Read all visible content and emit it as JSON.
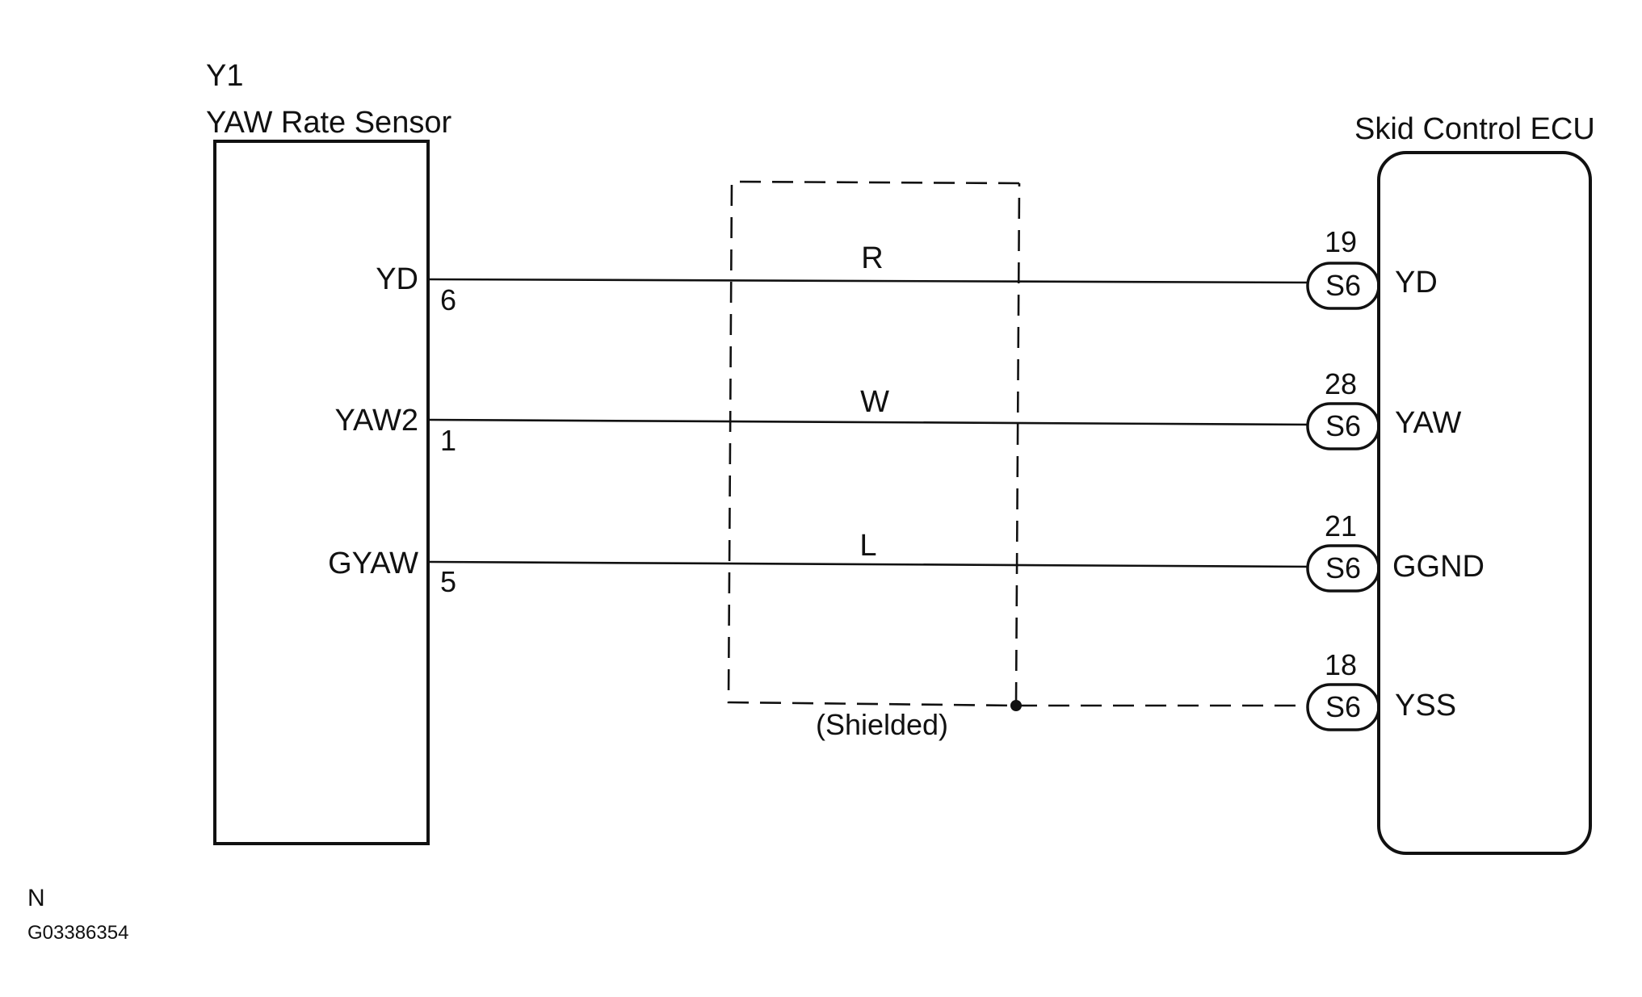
{
  "sensor": {
    "code": "Y1",
    "name": "YAW Rate Sensor"
  },
  "ecu": {
    "name": "Skid Control ECU"
  },
  "wires": [
    {
      "sensor_terminal": "YD",
      "sensor_pin": "6",
      "color": "R",
      "connector": "S6",
      "ecu_pin": "19",
      "ecu_terminal": "YD"
    },
    {
      "sensor_terminal": "YAW2",
      "sensor_pin": "1",
      "color": "W",
      "connector": "S6",
      "ecu_pin": "28",
      "ecu_terminal": "YAW"
    },
    {
      "sensor_terminal": "GYAW",
      "sensor_pin": "5",
      "color": "L",
      "connector": "S6",
      "ecu_pin": "21",
      "ecu_terminal": "GGND"
    }
  ],
  "shield": {
    "label": "(Shielded)",
    "connector": "S6",
    "ecu_pin": "18",
    "ecu_terminal": "YSS"
  },
  "footer": {
    "mark": "N",
    "figure_id": "G03386354"
  }
}
